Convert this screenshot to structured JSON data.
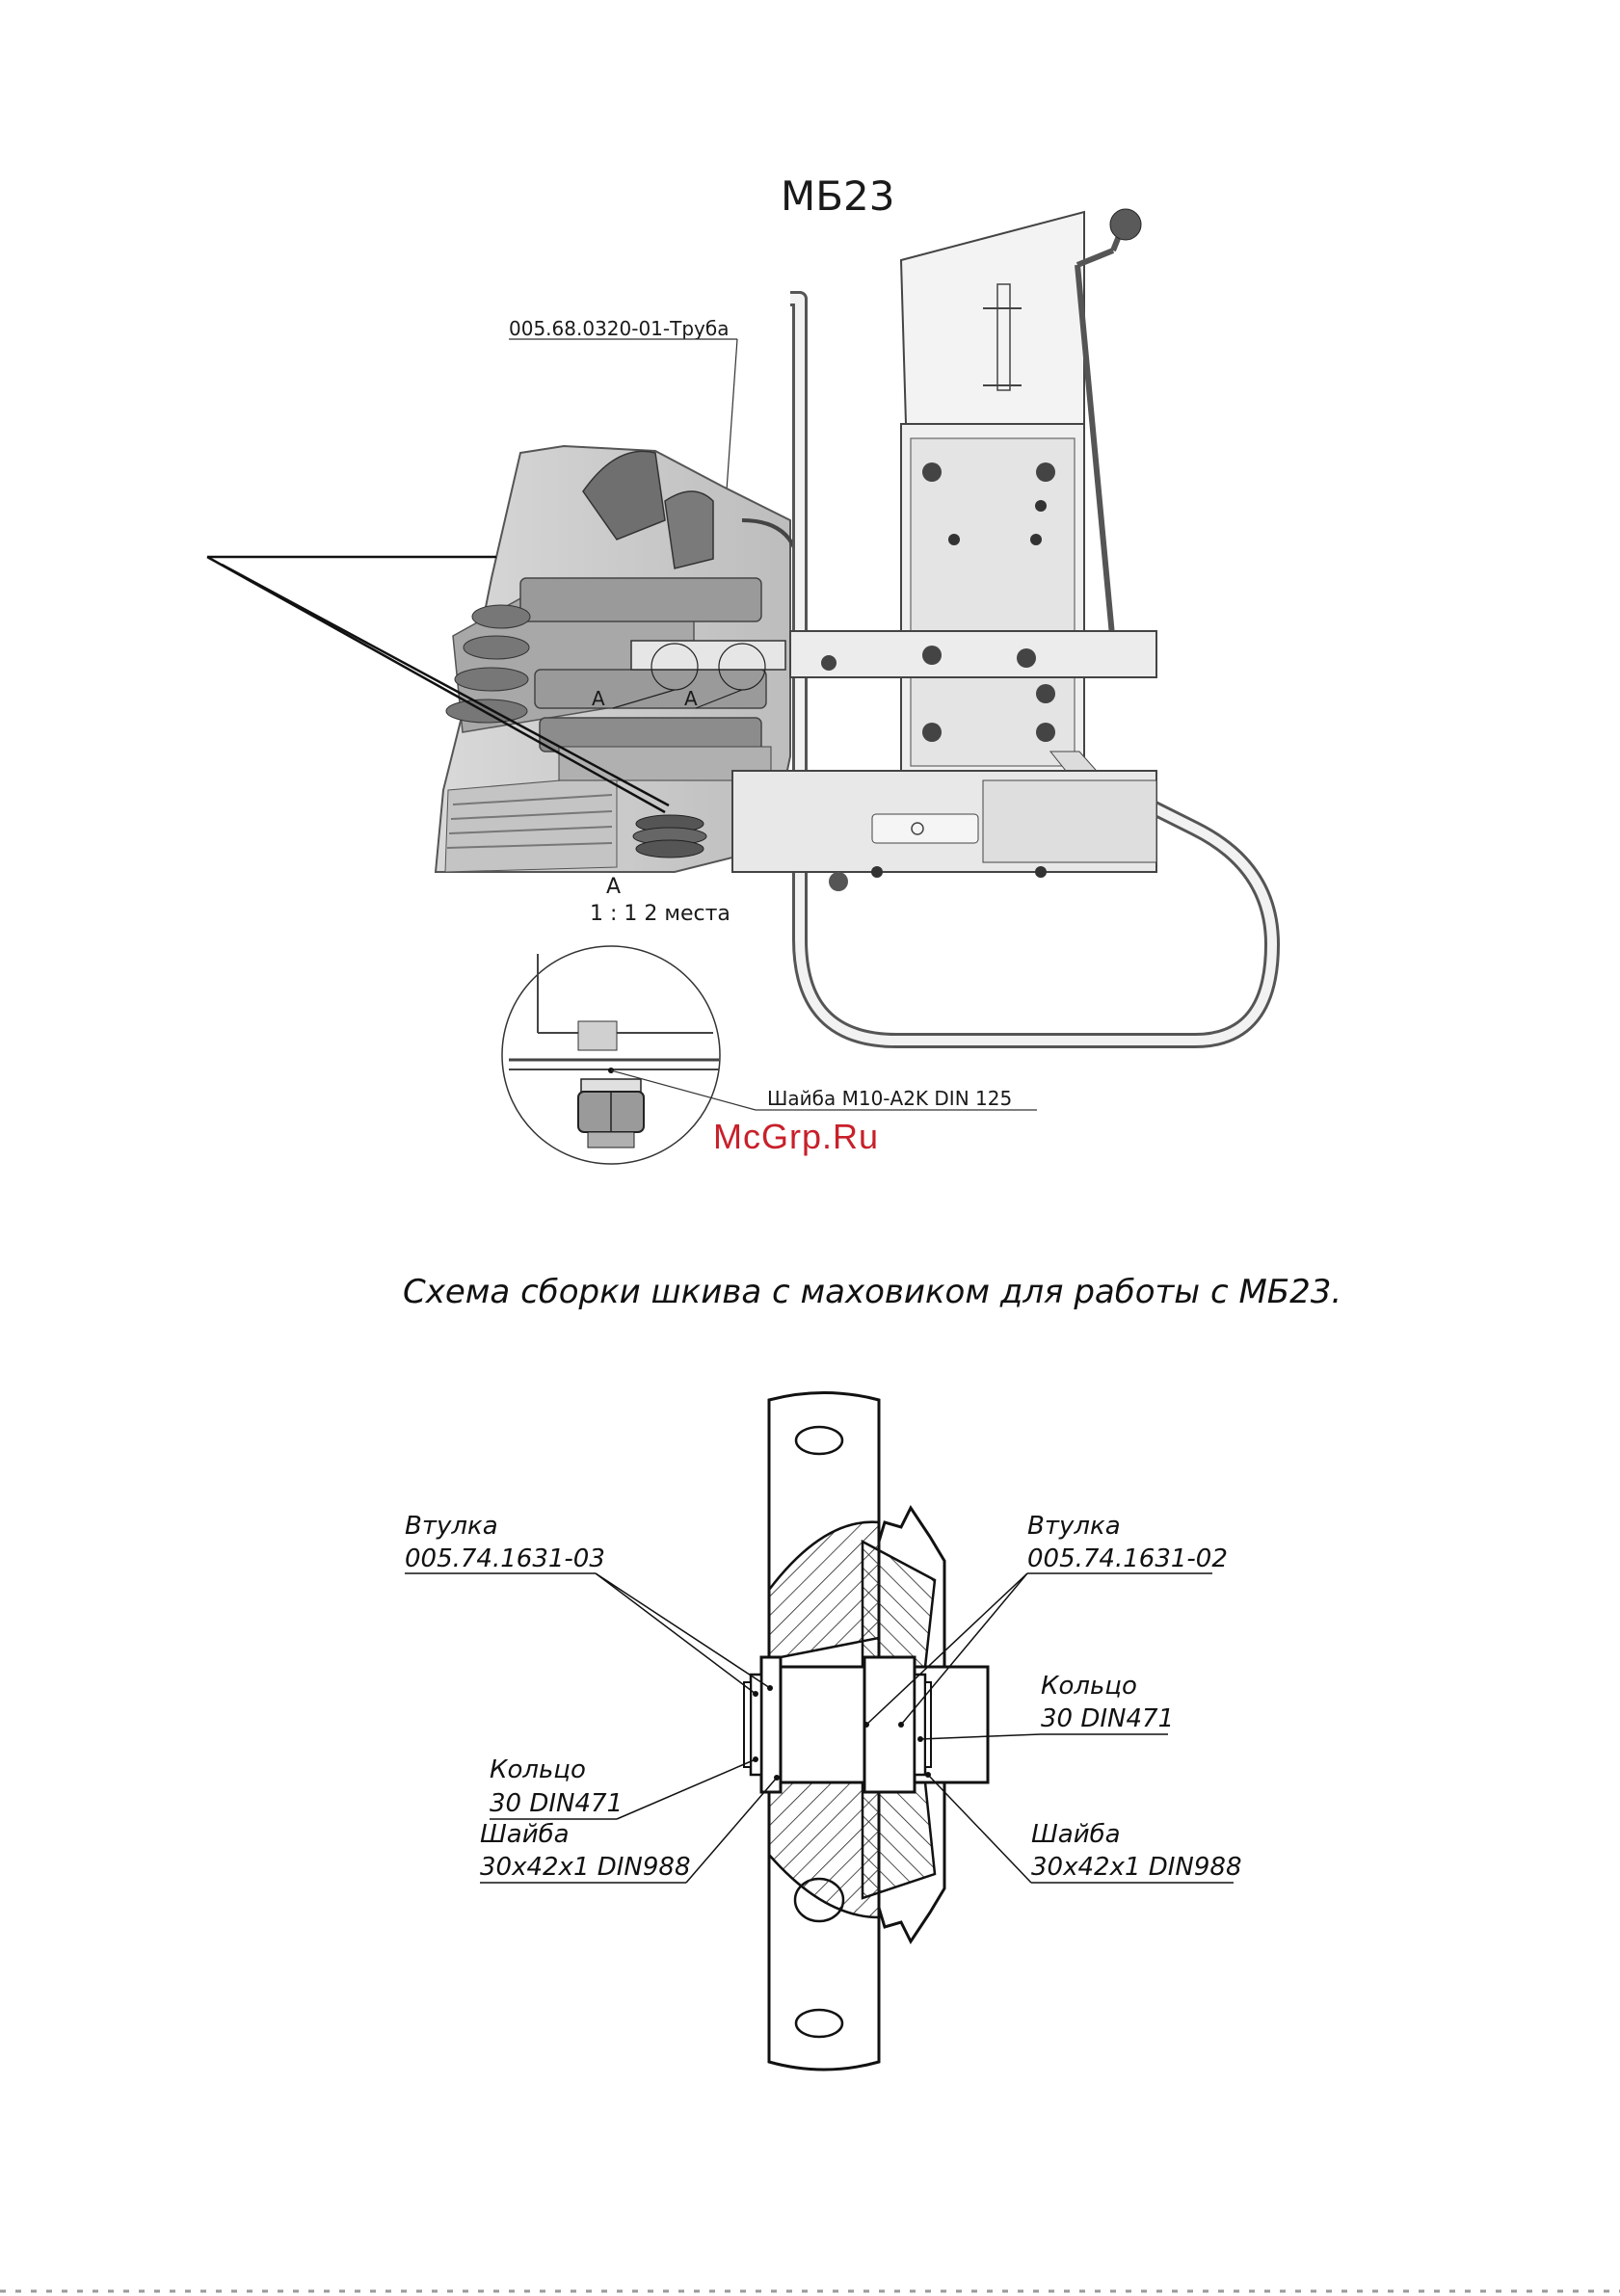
{
  "top_view": {
    "title": "МБ23",
    "pipe_callout": "005.68.0320-01-Труба",
    "section_mark": "A",
    "detail_header_letter": "A",
    "detail_header_scale": "1 : 1  2 места",
    "washer_callout": "Шайба М10-A2K DIN 125"
  },
  "watermark": "McGrp.Ru",
  "assembly": {
    "caption": "Схема сборки шкива с маховиком для работы с МБ23.",
    "labels": {
      "bushing_left_name": "Втулка",
      "bushing_left_code": "005.74.1631-03",
      "bushing_right_name": "Втулка",
      "bushing_right_code": "005.74.1631-02",
      "ring_left_name": "Кольцо",
      "ring_left_code": "30 DIN471",
      "ring_right_name": "Кольцо",
      "ring_right_code": "30 DIN471",
      "washer_left_name": "Шайба",
      "washer_left_code": "30x42x1 DIN988",
      "washer_right_name": "Шайба",
      "washer_right_code": "30x42x1 DIN988"
    }
  }
}
